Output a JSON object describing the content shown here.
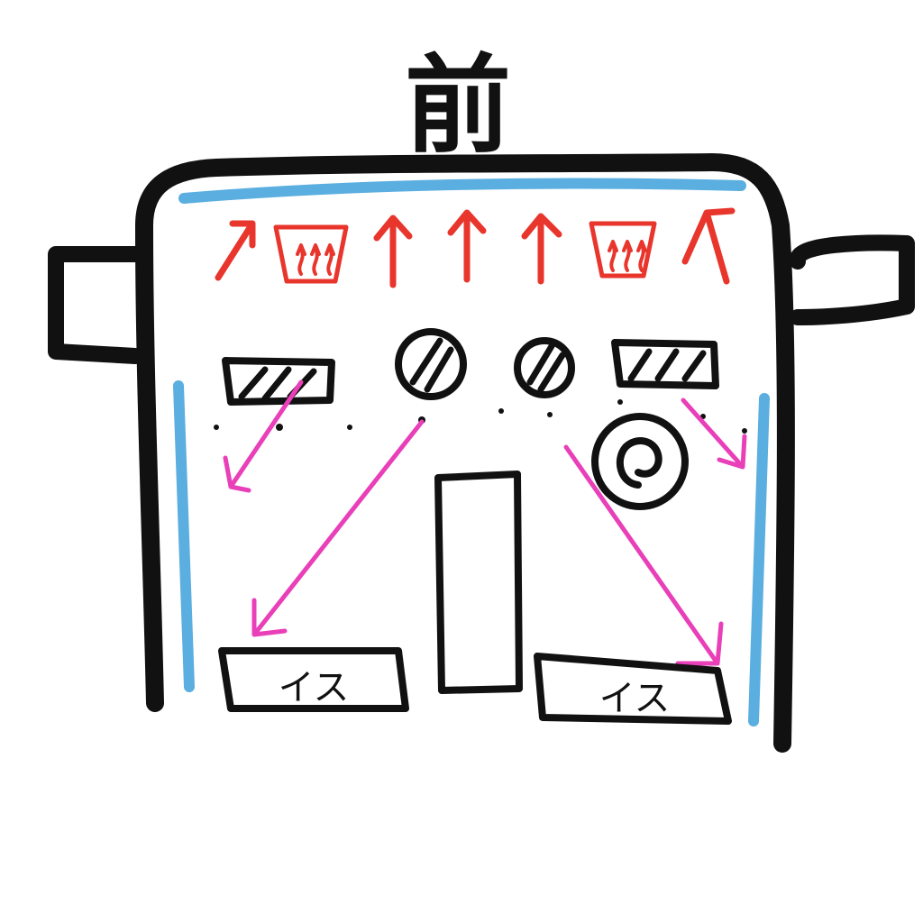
{
  "title": "前",
  "seats": [
    {
      "label": "イス"
    },
    {
      "label": "イス"
    }
  ],
  "colors": {
    "outline": "#111111",
    "window": "#5aaee0",
    "heater_airflow": "#e8362d",
    "vent_airflow": "#e93fb8"
  },
  "icons": {
    "heater": "heater-icon",
    "vent": "vent-icon",
    "airflow": "arrow-icon"
  }
}
